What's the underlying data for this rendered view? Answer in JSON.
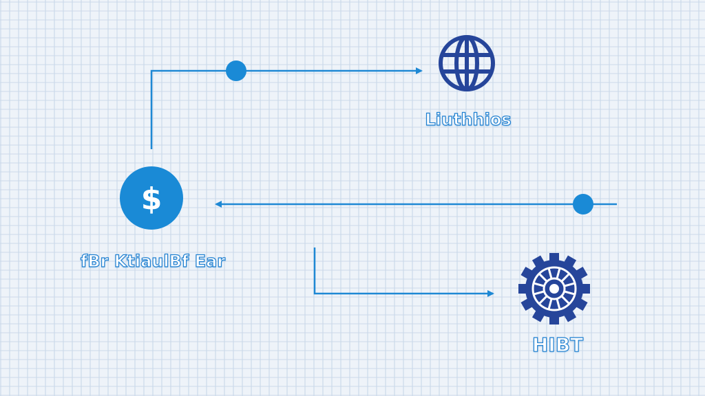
{
  "nodes": {
    "globe": {
      "label": "Liuthhios",
      "icon": "globe-icon"
    },
    "dollar": {
      "label": "fBr KtiaulBf Ear",
      "icon": "dollar-icon",
      "symbol": "$"
    },
    "gear": {
      "label": "HIBT",
      "icon": "gear-icon"
    }
  },
  "colors": {
    "line": "#1e88d4",
    "accent": "#1a8ad6",
    "icon_dark": "#26459a",
    "label_stroke": "#1e7fd0"
  }
}
